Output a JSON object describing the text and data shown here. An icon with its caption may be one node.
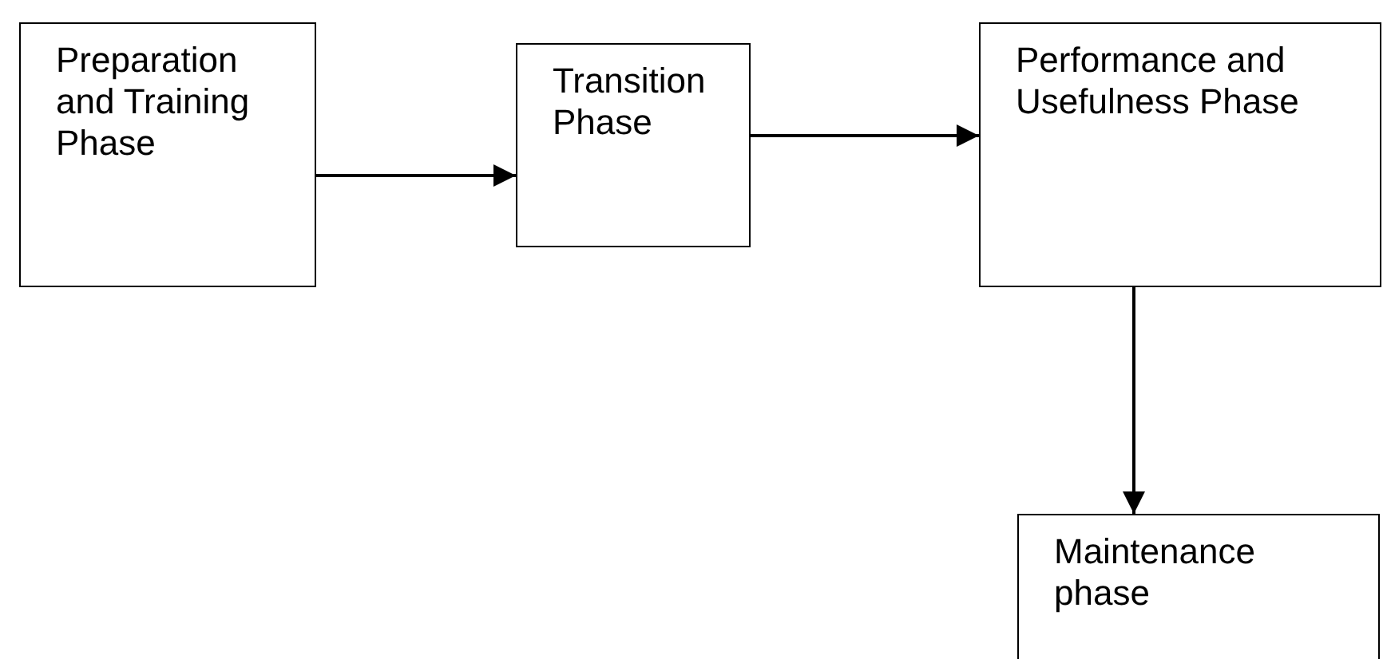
{
  "diagram": {
    "nodes": [
      {
        "text": [
          "Preparation and Training Phase"
        ]
      },
      {
        "text": [
          "Transition Phase"
        ]
      },
      {
        "text": [
          "Performance and Usefulness Phase"
        ]
      },
      {
        "text": [
          "Maintenance phase"
        ]
      }
    ],
    "edges": [
      {
        "from": 0,
        "to": 1,
        "arrow": "to"
      },
      {
        "from": 1,
        "to": 2,
        "arrow": "to"
      },
      {
        "from": 2,
        "to": 3,
        "arrow": "to"
      }
    ]
  }
}
